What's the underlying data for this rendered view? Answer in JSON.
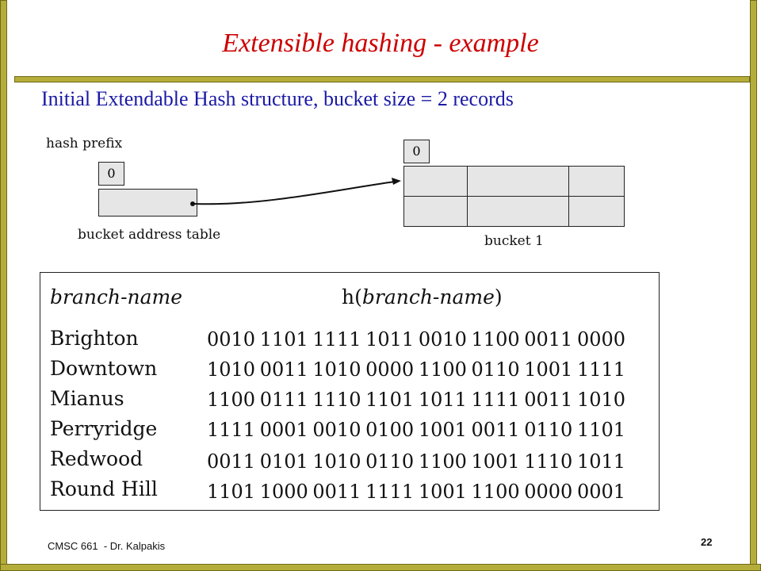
{
  "slide": {
    "title": "Extensible hashing - example",
    "subtitle": "Initial Extendable Hash structure, bucket size = 2 records",
    "accent_color": "#b5ad3a",
    "title_color": "#cc0000",
    "subtitle_color": "#1a1aa6"
  },
  "diagram": {
    "hash_prefix_label": "hash prefix",
    "global_depth": "0",
    "bucket_address_table_label": "bucket address table",
    "local_depth": "0",
    "bucket_label": "bucket 1"
  },
  "table": {
    "header_name": "branch-name",
    "header_hash_prefix": "h(",
    "header_hash_arg": "branch-name",
    "header_hash_suffix": ")",
    "rows": [
      {
        "name": "Brighton",
        "hash": "0010 1101 1111 1011 0010 1100 0011 0000"
      },
      {
        "name": "Downtown",
        "hash": "1010 0011 1010 0000 1100 0110 1001 1111"
      },
      {
        "name": "Mianus",
        "hash": "1100 0111 1110 1101 1011 1111 0011 1010"
      },
      {
        "name": "Perryridge",
        "hash": "1111 0001 0010 0100 1001 0011 0110 1101"
      },
      {
        "name": "Redwood",
        "hash": "0011 0101 1010 0110 1100 1001 1110 1011"
      },
      {
        "name": "Round Hill",
        "hash": "1101 1000 0011 1111 1001 1100 0000 0001"
      }
    ]
  },
  "footer": {
    "course": "CMSC 661",
    "author": "- Dr. Kalpakis",
    "page_number": "22"
  }
}
